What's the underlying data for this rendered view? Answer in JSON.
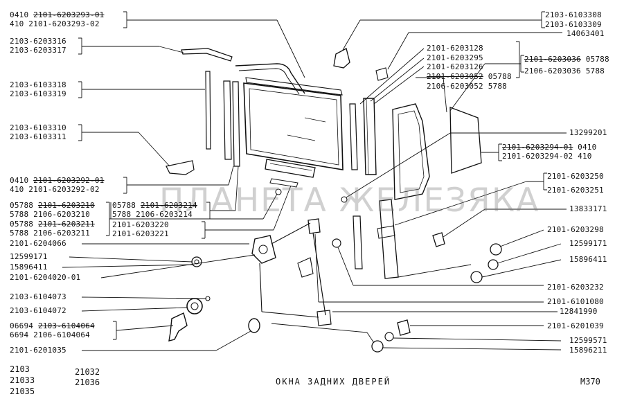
{
  "watermark": "ПЛАНЕТА ЖЕЛЕЗЯКА",
  "caption": "ОКНА ЗАДНИХ ДВЕРЕЙ",
  "drawing_code": "М370",
  "models": [
    "2103",
    "21033",
    "21035",
    "21032",
    "21036"
  ],
  "left_labels": [
    {
      "pre": "0410 ",
      "text": "2101-6203293-01",
      "strike": true
    },
    {
      "pre": "410  ",
      "text": "2101-6203293-02",
      "strike": false
    },
    {
      "pre": "",
      "text": "2103-6203316",
      "strike": false
    },
    {
      "pre": "",
      "text": "2103-6203317",
      "strike": false
    },
    {
      "pre": "",
      "text": "2103-6103318",
      "strike": false
    },
    {
      "pre": "",
      "text": "2103-6103319",
      "strike": false
    },
    {
      "pre": "",
      "text": "2103-6103310",
      "strike": false
    },
    {
      "pre": "",
      "text": "2103-6103311",
      "strike": false
    },
    {
      "pre": "0410 ",
      "text": "2101-6203292-01",
      "strike": true
    },
    {
      "pre": "410  ",
      "text": "2101-6203292-02",
      "strike": false
    },
    {
      "pre": "05788 ",
      "text": "2101-6203210",
      "strike": true
    },
    {
      "pre": "5788  ",
      "text": "2106-6203210",
      "strike": false
    },
    {
      "pre": "05788 ",
      "text": "2101-6203211",
      "strike": true
    },
    {
      "pre": "5788  ",
      "text": "2106-6203211",
      "strike": false
    },
    {
      "pre": "",
      "text": "2101-6204066",
      "strike": false
    },
    {
      "pre": "",
      "text": "12599171",
      "strike": false
    },
    {
      "pre": "",
      "text": "15896411",
      "strike": false
    },
    {
      "pre": "",
      "text": "2101-6204020-01",
      "strike": false
    },
    {
      "pre": "",
      "text": "2103-6104073",
      "strike": false
    },
    {
      "pre": "",
      "text": "2103-6104072",
      "strike": false
    },
    {
      "pre": "06694 ",
      "text": "2103-6104064",
      "strike": true
    },
    {
      "pre": "6694  ",
      "text": "2106-6104064",
      "strike": false
    },
    {
      "pre": "",
      "text": "2101-6201035",
      "strike": false
    }
  ],
  "mid_labels": [
    {
      "pre": "05788 ",
      "text": "2101-6203214",
      "strike": true
    },
    {
      "pre": "5788  ",
      "text": "2106-6203214",
      "strike": false
    },
    {
      "pre": "",
      "text": "2101-6203220",
      "strike": false
    },
    {
      "pre": "",
      "text": "2101-6203221",
      "strike": false
    },
    {
      "pre": "",
      "text": "2101-6203128",
      "strike": false
    },
    {
      "pre": "",
      "text": "2101-6203295",
      "strike": false
    },
    {
      "pre": "",
      "text": "2101-6203126",
      "strike": false
    },
    {
      "pre": "",
      "text": "2101-6203052",
      "post": " 05788",
      "strike": true
    },
    {
      "pre": "",
      "text": "2106-6203052",
      "post": " 5788",
      "strike": false
    }
  ],
  "right_labels": [
    {
      "pre": "",
      "text": "2103-6103308",
      "strike": false
    },
    {
      "pre": "",
      "text": "2103-6103309",
      "strike": false
    },
    {
      "pre": "",
      "text": "14063401",
      "strike": false
    },
    {
      "pre": "",
      "text": "2101-6203036",
      "post": " 05788",
      "strike": true
    },
    {
      "pre": "",
      "text": "2106-6203036",
      "post": " 5788",
      "strike": false
    },
    {
      "pre": "",
      "text": "13299201",
      "strike": false
    },
    {
      "pre": "",
      "text": "2101-6203294-01",
      "post": " 0410",
      "strike": true
    },
    {
      "pre": "",
      "text": "2101-6203294-02",
      "post": "  410",
      "strike": false
    },
    {
      "pre": "",
      "text": "2101-6203250",
      "strike": false
    },
    {
      "pre": "",
      "text": "2101-6203251",
      "strike": false
    },
    {
      "pre": "",
      "text": "13833171",
      "strike": false
    },
    {
      "pre": "",
      "text": "2101-6203298",
      "strike": false
    },
    {
      "pre": "",
      "text": "12599171",
      "strike": false
    },
    {
      "pre": "",
      "text": "15896411",
      "strike": false
    },
    {
      "pre": "",
      "text": "2101-6203232",
      "strike": false
    },
    {
      "pre": "",
      "text": "2101-6101080",
      "strike": false
    },
    {
      "pre": "",
      "text": "12841990",
      "strike": false
    },
    {
      "pre": "",
      "text": "2101-6201039",
      "strike": false
    },
    {
      "pre": "",
      "text": "12599571",
      "strike": false
    },
    {
      "pre": "",
      "text": "15896211",
      "strike": false
    }
  ]
}
